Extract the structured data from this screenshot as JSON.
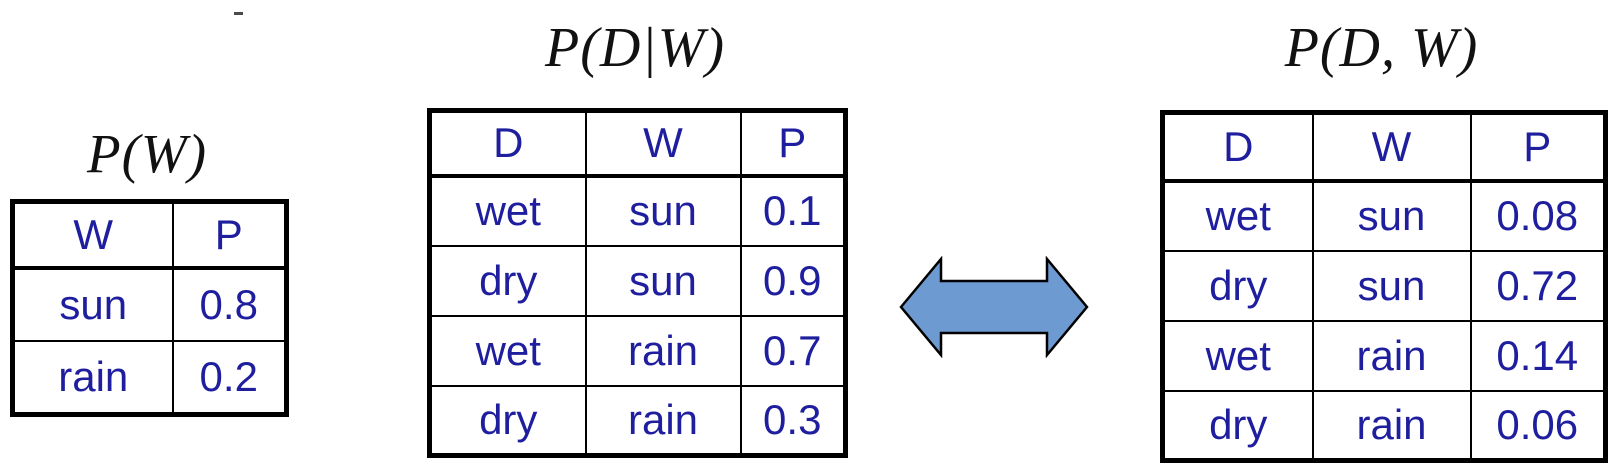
{
  "colors": {
    "cell_text": "#1e1e9e",
    "title_text": "#111111",
    "table_border": "#000000",
    "arrow_fill": "#6d9bd1",
    "arrow_outline": "#000000",
    "page_bg": "#ffffff"
  },
  "tables": {
    "prior": {
      "title": "P(W)",
      "headers": [
        "W",
        "P"
      ],
      "rows": [
        [
          "sun",
          "0.8"
        ],
        [
          "rain",
          "0.2"
        ]
      ]
    },
    "conditional": {
      "title": "P(D|W)",
      "headers": [
        "D",
        "W",
        "P"
      ],
      "rows": [
        [
          "wet",
          "sun",
          "0.1"
        ],
        [
          "dry",
          "sun",
          "0.9"
        ],
        [
          "wet",
          "rain",
          "0.7"
        ],
        [
          "dry",
          "rain",
          "0.3"
        ]
      ]
    },
    "joint": {
      "title": "P(D, W)",
      "headers": [
        "D",
        "W",
        "P"
      ],
      "rows": [
        [
          "wet",
          "sun",
          "0.08"
        ],
        [
          "dry",
          "sun",
          "0.72"
        ],
        [
          "wet",
          "rain",
          "0.14"
        ],
        [
          "dry",
          "rain",
          "0.06"
        ]
      ]
    }
  },
  "arrow": {
    "icon": "double-headed-arrow"
  }
}
